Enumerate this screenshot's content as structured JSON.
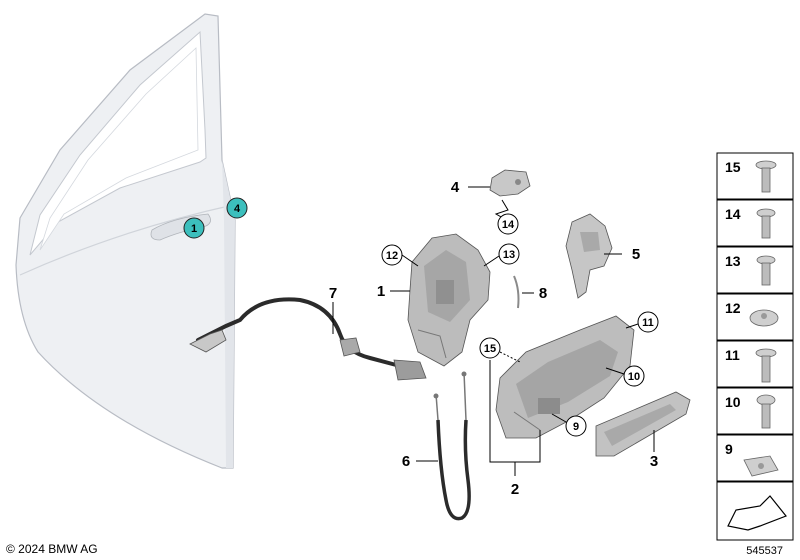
{
  "callouts": [
    {
      "id": "c1",
      "label": "1"
    },
    {
      "id": "c2",
      "label": "2"
    },
    {
      "id": "c3",
      "label": "3"
    },
    {
      "id": "c4",
      "label": "4"
    },
    {
      "id": "c5",
      "label": "5"
    },
    {
      "id": "c6",
      "label": "6"
    },
    {
      "id": "c7",
      "label": "7"
    },
    {
      "id": "c8",
      "label": "8"
    },
    {
      "id": "c9",
      "label": "9"
    },
    {
      "id": "c10",
      "label": "10"
    },
    {
      "id": "c11",
      "label": "11"
    },
    {
      "id": "c12",
      "label": "12"
    },
    {
      "id": "c13",
      "label": "13"
    },
    {
      "id": "c14",
      "label": "14"
    },
    {
      "id": "c15",
      "label": "15"
    },
    {
      "id": "door1",
      "label": "1"
    },
    {
      "id": "door4",
      "label": "4"
    }
  ],
  "legend": {
    "items": [
      "15",
      "14",
      "13",
      "12",
      "11",
      "10",
      "9"
    ]
  },
  "footer": {
    "copyright": "© 2024 BMW AG",
    "diagram_number": "545537"
  },
  "colors": {
    "teal_callout": "#3cbfbd",
    "part_gray": "#bdbdbd",
    "door_fill": "#eef0f3"
  }
}
